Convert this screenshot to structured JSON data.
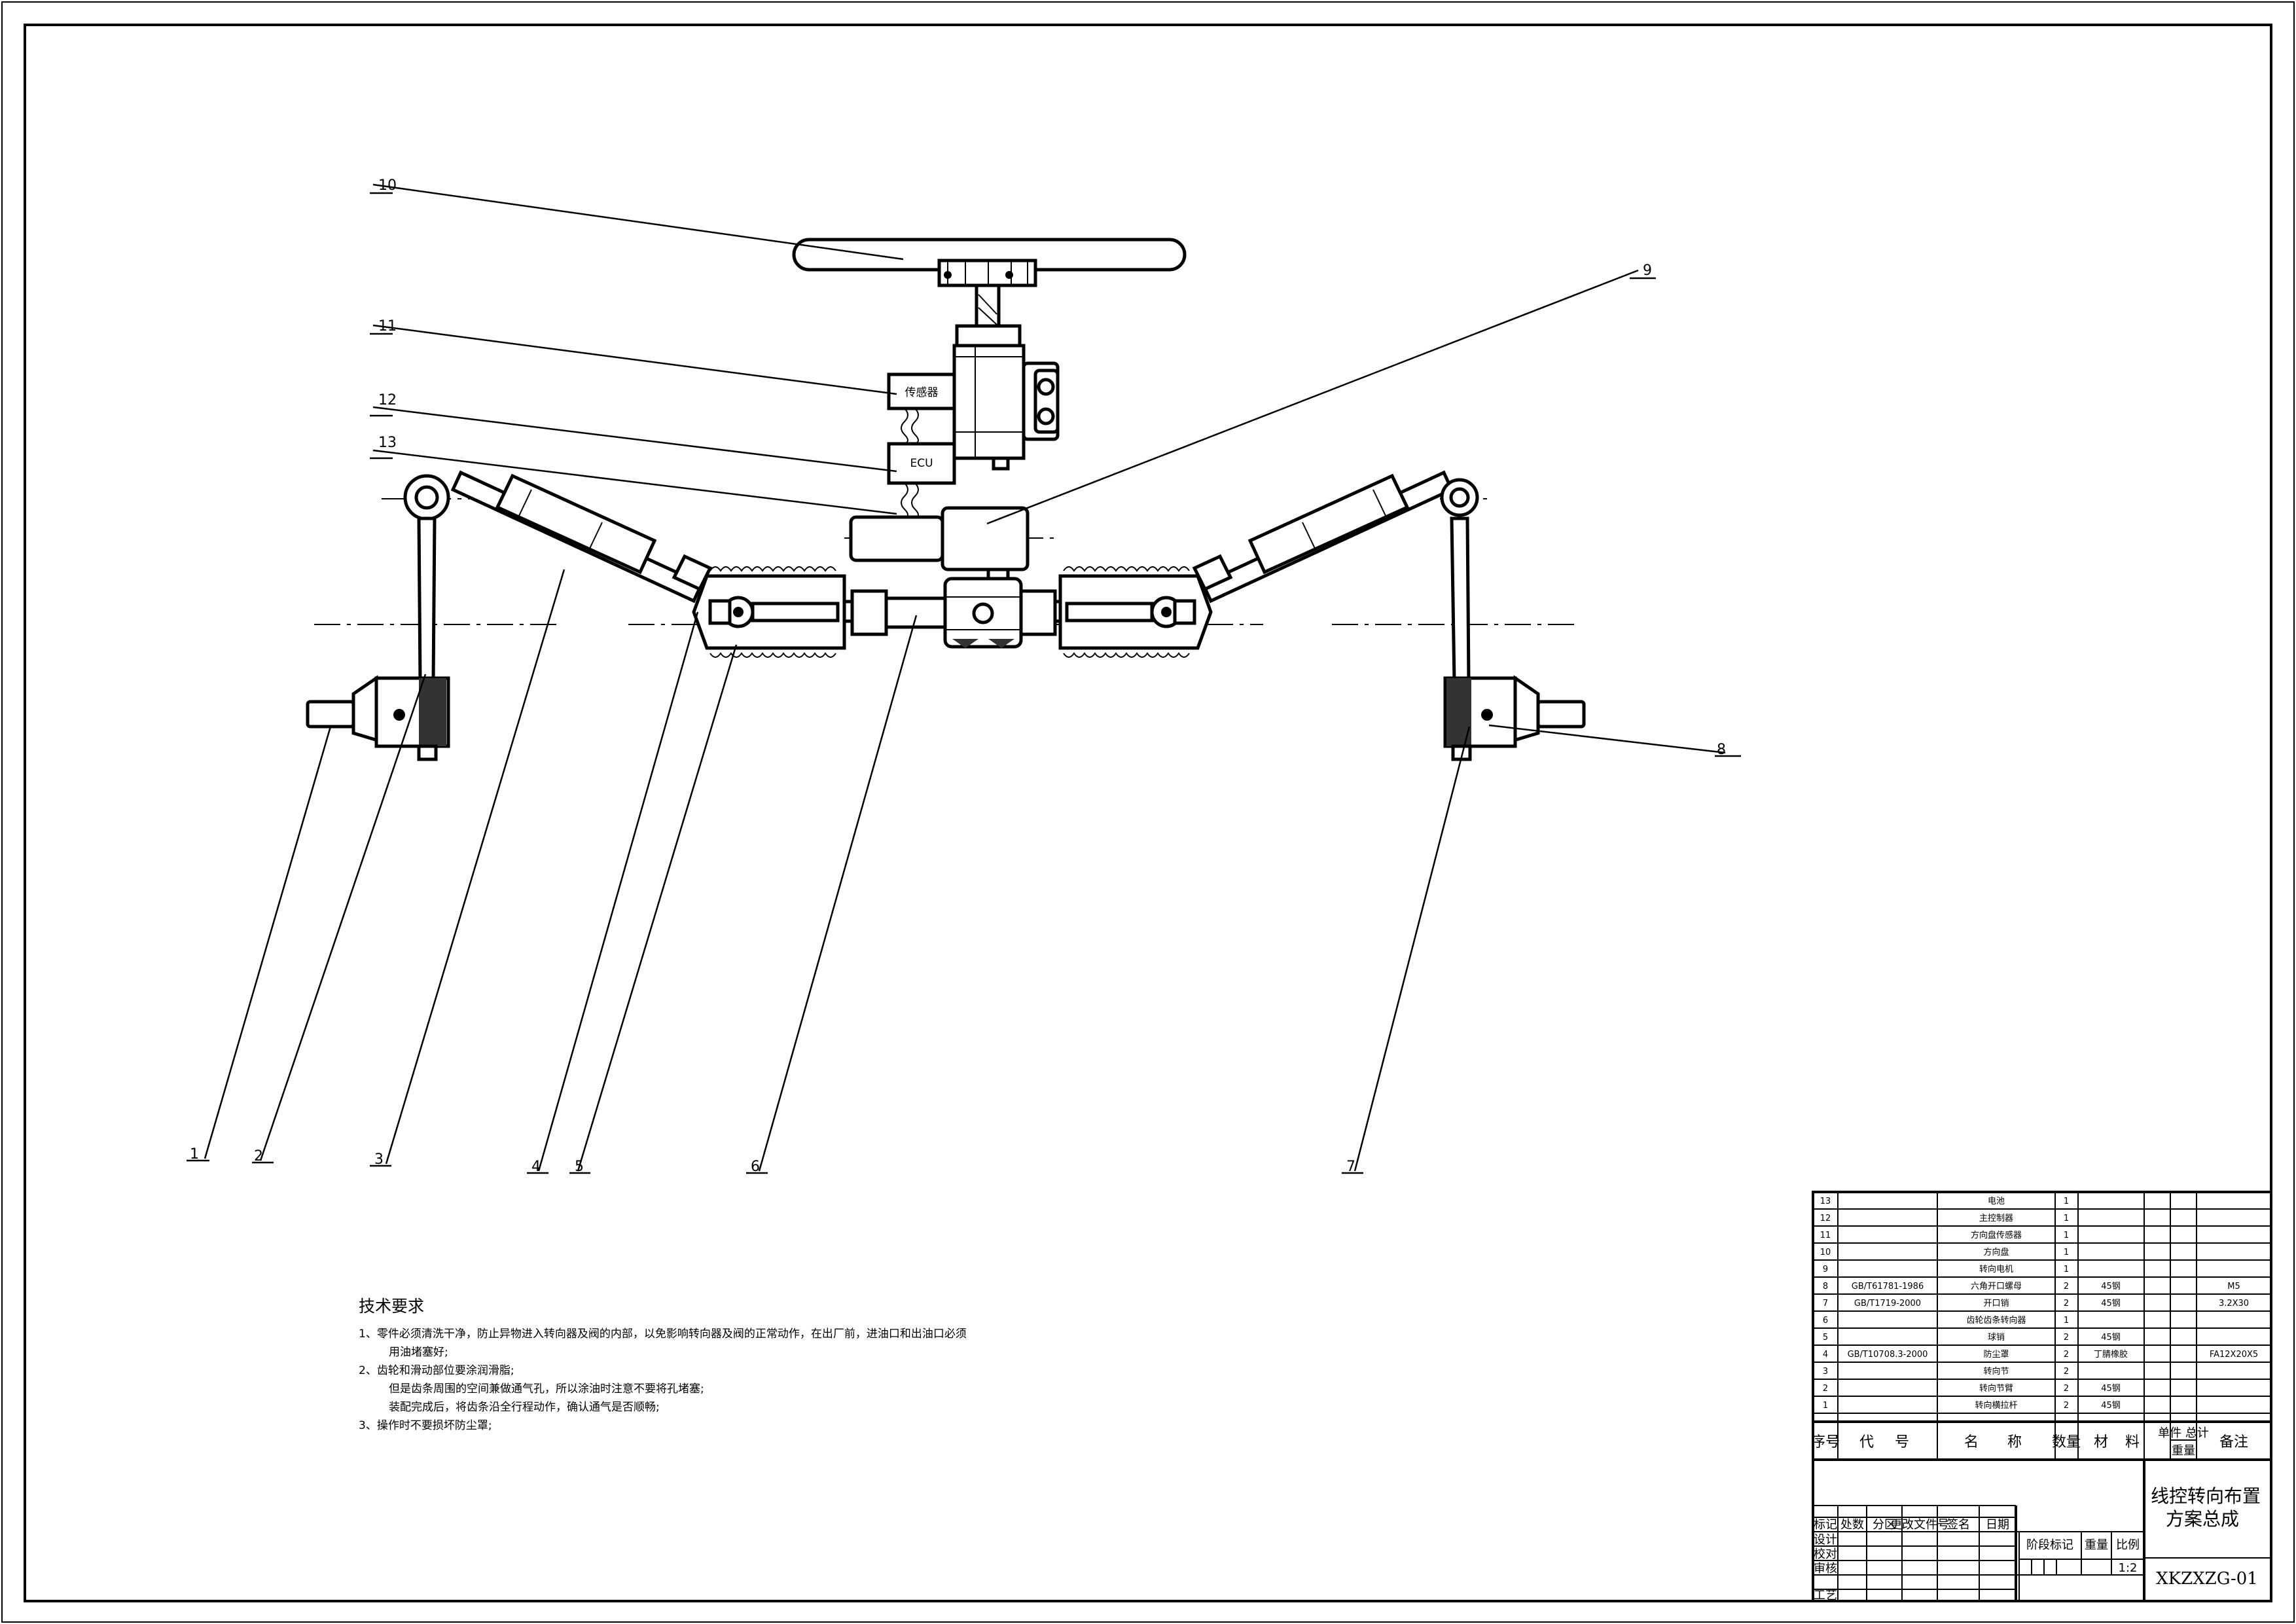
{
  "balloons": [
    "1",
    "2",
    "3",
    "4",
    "5",
    "6",
    "7",
    "8",
    "9",
    "10",
    "11",
    "12",
    "13"
  ],
  "component_labels": {
    "sensor": "传感器",
    "ecu": "ECU"
  },
  "technical_requirements": {
    "title": "技术要求",
    "items": [
      "1、零件必须清洗干净，防止异物进入转向器及阀的内部，以免影响转向器及阀的正常动作，在出厂前，进油口和出油口必须",
      "用油堵塞好;",
      "2、齿轮和滑动部位要涂润滑脂;",
      "但是齿条周围的空间兼做通气孔，所以涂油时注意不要将孔堵塞;",
      "装配完成后，将齿条沿全行程动作，确认通气是否顺畅;",
      "3、操作时不要损坏防尘罩;"
    ]
  },
  "parts_list": {
    "rows": [
      {
        "no": "13",
        "code": "",
        "name": "电池",
        "qty": "1",
        "material": "",
        "remark": ""
      },
      {
        "no": "12",
        "code": "",
        "name": "主控制器",
        "qty": "1",
        "material": "",
        "remark": ""
      },
      {
        "no": "11",
        "code": "",
        "name": "方向盘传感器",
        "qty": "1",
        "material": "",
        "remark": ""
      },
      {
        "no": "10",
        "code": "",
        "name": "方向盘",
        "qty": "1",
        "material": "",
        "remark": ""
      },
      {
        "no": "9",
        "code": "",
        "name": "转向电机",
        "qty": "1",
        "material": "",
        "remark": ""
      },
      {
        "no": "8",
        "code": "GB/T61781-1986",
        "name": "六角开口螺母",
        "qty": "2",
        "material": "45钢",
        "remark": "M5"
      },
      {
        "no": "7",
        "code": "GB/T1719-2000",
        "name": "开口销",
        "qty": "2",
        "material": "45钢",
        "remark": "3.2X30"
      },
      {
        "no": "6",
        "code": "",
        "name": "齿轮齿条转向器",
        "qty": "1",
        "material": "",
        "remark": ""
      },
      {
        "no": "5",
        "code": "",
        "name": "球销",
        "qty": "2",
        "material": "45钢",
        "remark": ""
      },
      {
        "no": "4",
        "code": "GB/T10708.3-2000",
        "name": "防尘罩",
        "qty": "2",
        "material": "丁腈橡胶",
        "remark": "FA12X20X5"
      },
      {
        "no": "3",
        "code": "",
        "name": "转向节",
        "qty": "2",
        "material": "",
        "remark": ""
      },
      {
        "no": "2",
        "code": "",
        "name": "转向节臂",
        "qty": "2",
        "material": "45钢",
        "remark": ""
      },
      {
        "no": "1",
        "code": "",
        "name": "转向横拉杆",
        "qty": "2",
        "material": "45钢",
        "remark": ""
      }
    ],
    "header": {
      "no": "序号",
      "code_a": "代",
      "code_b": "号",
      "name_a": "名",
      "name_b": "称",
      "qty": "数量",
      "material_a": "材",
      "material_b": "料",
      "weight_top": "单件 总计",
      "weight_bottom": "重量",
      "remark": "备注"
    }
  },
  "title_block": {
    "rev_headers": [
      "标记",
      "处数",
      "分区",
      "更改文件号",
      "签名",
      "日期"
    ],
    "role_labels": [
      "设计",
      "校对",
      "审核",
      "工艺"
    ],
    "stage_headers": [
      "阶段标记",
      "重量",
      "比例"
    ],
    "scale": "1:2",
    "title_line1": "线控转向布置",
    "title_line2": "方案总成",
    "drawing_code": "XKZXZG-01"
  }
}
